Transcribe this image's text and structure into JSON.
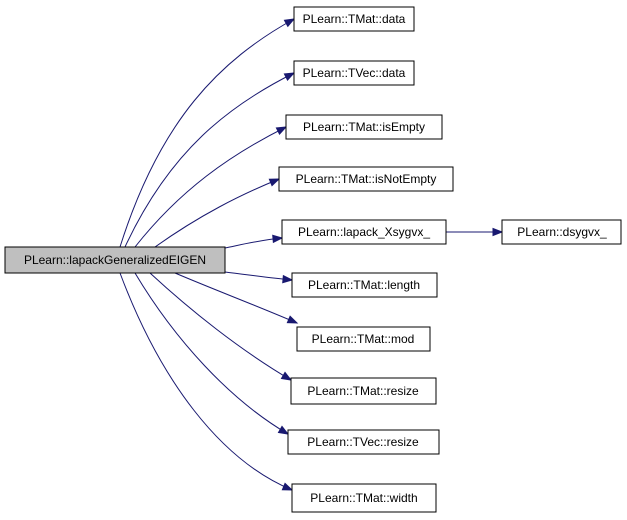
{
  "graph": {
    "root": {
      "label": "PLearn::lapackGeneralizedEIGEN"
    },
    "callees": [
      {
        "label": "PLearn::TMat::data"
      },
      {
        "label": "PLearn::TVec::data"
      },
      {
        "label": "PLearn::TMat::isEmpty"
      },
      {
        "label": "PLearn::TMat::isNotEmpty"
      },
      {
        "label": "PLearn::lapack_Xsygvx_"
      },
      {
        "label": "PLearn::TMat::length"
      },
      {
        "label": "PLearn::TMat::mod"
      },
      {
        "label": "PLearn::TMat::resize"
      },
      {
        "label": "PLearn::TVec::resize"
      },
      {
        "label": "PLearn::TMat::width"
      }
    ],
    "secondary": {
      "label": "PLearn::dsygvx_"
    },
    "colors": {
      "edge": "#191970",
      "root_fill": "#bfbfbf",
      "node_fill": "#ffffff",
      "border": "#000000"
    }
  }
}
